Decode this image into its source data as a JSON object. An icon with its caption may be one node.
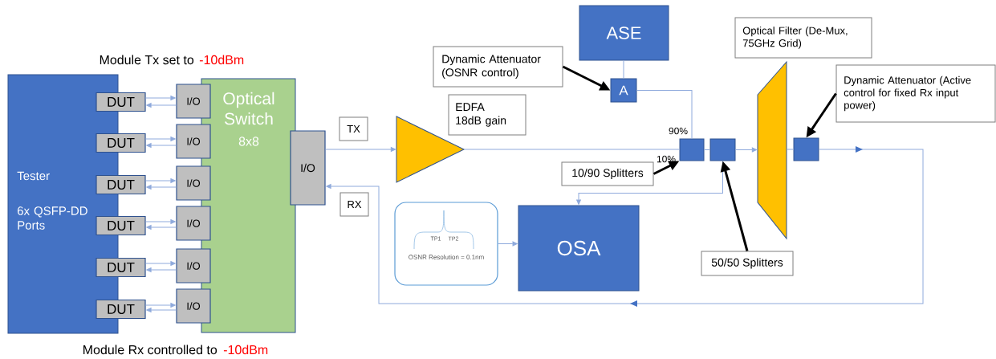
{
  "diagram": {
    "nodes": [
      {
        "text": [
          "Tester",
          "6x QSFP-DD Ports"
        ]
      },
      {
        "text": [
          "DUT"
        ]
      },
      {
        "text": [
          "DUT"
        ]
      },
      {
        "text": [
          "DUT"
        ]
      },
      {
        "text": [
          "DUT"
        ]
      },
      {
        "text": [
          "DUT"
        ]
      },
      {
        "text": [
          "DUT"
        ]
      },
      {
        "text": [
          "Optical Switch",
          "8x8"
        ]
      },
      {
        "text": [
          "I/O"
        ]
      },
      {
        "text": [
          "I/O"
        ]
      },
      {
        "text": [
          "I/O"
        ]
      },
      {
        "text": [
          "I/O"
        ]
      },
      {
        "text": [
          "I/O"
        ]
      },
      {
        "text": [
          "I/O"
        ]
      },
      {
        "text": [
          "I/O"
        ]
      },
      {
        "text": [
          "TX"
        ]
      },
      {
        "text": [
          "RX"
        ]
      },
      {
        "text": [],
        "shape": "triangle"
      },
      {
        "text": [
          "EDFA 18dB gain"
        ]
      },
      {
        "text": [
          "Dynamic Attenuator (OSNR control)"
        ]
      },
      {
        "text": [
          "ASE"
        ]
      },
      {
        "text": [
          "A"
        ]
      },
      {
        "text": [],
        "shape": "box"
      },
      {
        "text": [],
        "shape": "box"
      },
      {
        "text": [
          "10/90 Splitters"
        ]
      },
      {
        "text": [
          "50/50 Splitters"
        ]
      },
      {
        "text": [],
        "shape": "trapezoid"
      },
      {
        "text": [
          "Optical Filter (De-Mux, 75GHz Grid)"
        ]
      },
      {
        "text": [],
        "shape": "box"
      },
      {
        "text": [
          "Dynamic Attenuator (Active control for fixed Rx input power)"
        ]
      },
      {
        "text": [
          "TP1",
          "TP2",
          "OSNR Resolution = 0.1nm"
        ]
      },
      {
        "text": [
          "OSA"
        ]
      }
    ],
    "edges": [
      {
        "from": 1,
        "to": 8,
        "arrow": "to"
      },
      {
        "from": 8,
        "to": 1,
        "arrow": "to"
      },
      {
        "from": 2,
        "to": 9,
        "arrow": "to"
      },
      {
        "from": 9,
        "to": 2,
        "arrow": "to"
      },
      {
        "from": 3,
        "to": 10,
        "arrow": "to"
      },
      {
        "from": 10,
        "to": 3,
        "arrow": "to"
      },
      {
        "from": 4,
        "to": 11,
        "arrow": "to"
      },
      {
        "from": 11,
        "to": 4,
        "arrow": "to"
      },
      {
        "from": 5,
        "to": 12,
        "arrow": "to"
      },
      {
        "from": 12,
        "to": 5,
        "arrow": "to"
      },
      {
        "from": 6,
        "to": 13,
        "arrow": "to"
      },
      {
        "from": 13,
        "to": 6,
        "arrow": "to"
      },
      {
        "from": 14,
        "to": 17,
        "arrow": "to"
      },
      {
        "from": 17,
        "to": 22,
        "arrow": "none"
      },
      {
        "from": 20,
        "to": 21,
        "arrow": "none"
      },
      {
        "from": 21,
        "to": 22,
        "arrow": "none"
      },
      {
        "from": 22,
        "to": 23,
        "arrow": "none"
      },
      {
        "from": 23,
        "to": 26,
        "arrow": "to"
      },
      {
        "from": 26,
        "to": 28,
        "arrow": "none"
      },
      {
        "from": 28,
        "to": 14,
        "arrow": "to"
      },
      {
        "from": 23,
        "to": 31,
        "arrow": "to"
      },
      {
        "from": 30,
        "to": 31,
        "arrow": "to"
      },
      {
        "from": 19,
        "to": 21,
        "arrow": "to",
        "style": "thick",
        "color": "#000000"
      },
      {
        "from": 24,
        "to": 22,
        "arrow": "to",
        "style": "thick",
        "color": "#000000"
      },
      {
        "from": 25,
        "to": 23,
        "arrow": "to",
        "style": "thick",
        "color": "#000000"
      },
      {
        "from": 29,
        "to": 28,
        "arrow": "to",
        "style": "thick",
        "color": "#000000"
      }
    ],
    "labels": [
      "Module Tx set to",
      "-10dBm",
      "90%",
      "10%",
      "Module Rx controlled to",
      "-10dBm"
    ]
  }
}
